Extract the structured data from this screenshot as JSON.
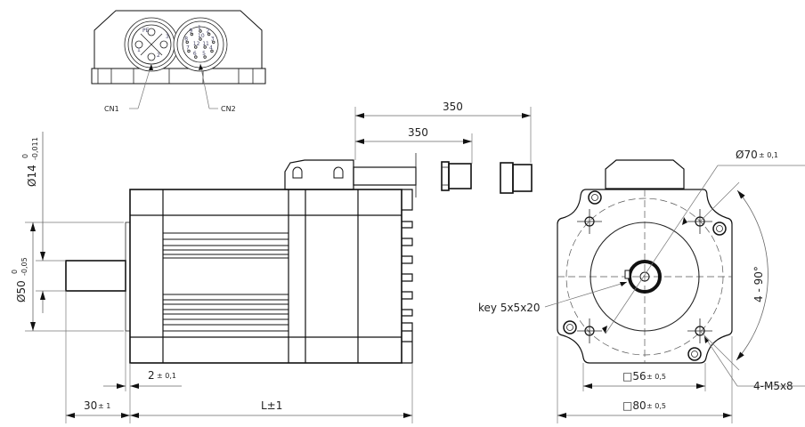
{
  "connector_view": {
    "cn1_label": "CN1",
    "cn2_label": "CN2",
    "cn1_pins": [
      "PE",
      "1",
      "2",
      "3"
    ],
    "cn2_pins": [
      "1",
      "2",
      "3",
      "4",
      "5",
      "6",
      "7",
      "8",
      "9",
      "10",
      "11",
      "12"
    ]
  },
  "side_view": {
    "cable_length_1": "350",
    "cable_length_2": "350",
    "shaft_diameter": "Ø14",
    "shaft_tol_upper": "0",
    "shaft_tol_lower": "-0,011",
    "pilot_diameter": "Ø50",
    "pilot_tol_upper": "0",
    "pilot_tol_lower": "-0,05",
    "pilot_height": "2",
    "pilot_height_tol": "± 0,1",
    "shaft_length": "30",
    "shaft_length_tol": "± 1",
    "body_length": "L±1"
  },
  "front_view": {
    "pcd": "Ø70",
    "pcd_tol": "± 0,1",
    "angle": "4 - 90°",
    "key": "key 5x5x20",
    "thread": "4-M5x8",
    "inner_square": "□56",
    "inner_square_tol": "± 0,5",
    "outer_square": "□80",
    "outer_square_tol": "± 0,5"
  }
}
